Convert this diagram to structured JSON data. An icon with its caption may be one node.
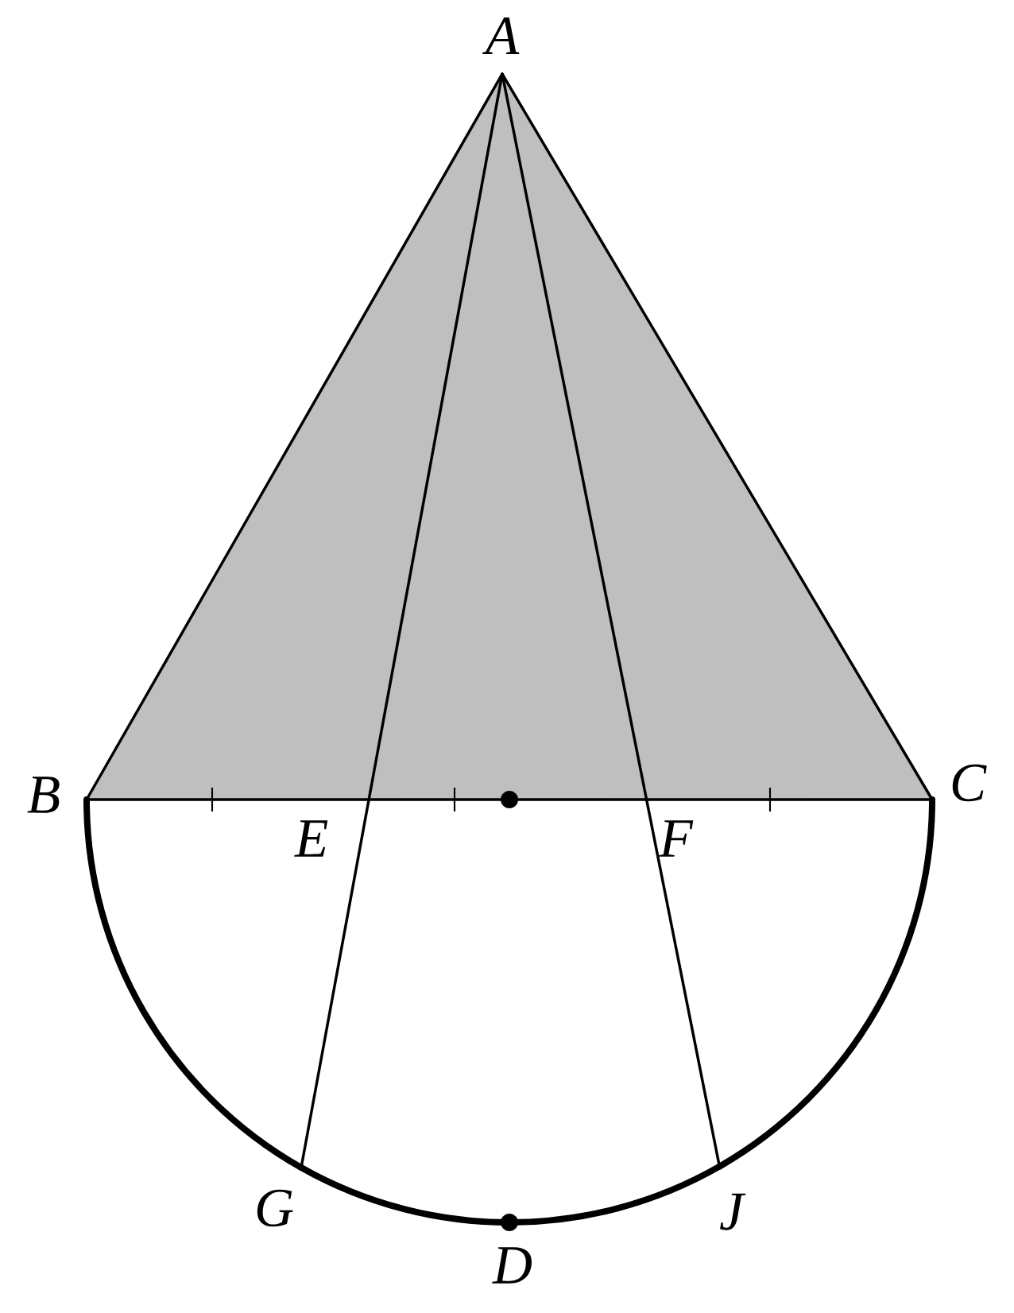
{
  "diagram": {
    "nodes": [
      {
        "text": [
          "A"
        ]
      },
      {
        "text": [
          "B"
        ]
      },
      {
        "text": [
          "C"
        ]
      },
      {
        "text": [
          "E"
        ]
      },
      {
        "text": [
          "F"
        ]
      },
      {
        "text": [
          "G"
        ]
      },
      {
        "text": [
          "J"
        ]
      },
      {
        "text": [
          "D"
        ]
      },
      {
        "text": [],
        "shape": "circle"
      }
    ],
    "edges": [
      {
        "from": 0,
        "to": 1,
        "arrow": "none"
      },
      {
        "from": 0,
        "to": 2,
        "arrow": "none"
      },
      {
        "from": 1,
        "to": 8,
        "arrow": "none"
      },
      {
        "from": 8,
        "to": 2,
        "arrow": "none"
      },
      {
        "from": 0,
        "to": 5,
        "arrow": "none"
      },
      {
        "from": 0,
        "to": 6,
        "arrow": "none"
      },
      {
        "from": 1,
        "to": 5,
        "arrow": "none",
        "style": "thick"
      },
      {
        "from": 5,
        "to": 7,
        "arrow": "none",
        "style": "thick"
      },
      {
        "from": 7,
        "to": 6,
        "arrow": "none",
        "style": "thick"
      },
      {
        "from": 6,
        "to": 2,
        "arrow": "none",
        "style": "thick"
      }
    ]
  }
}
